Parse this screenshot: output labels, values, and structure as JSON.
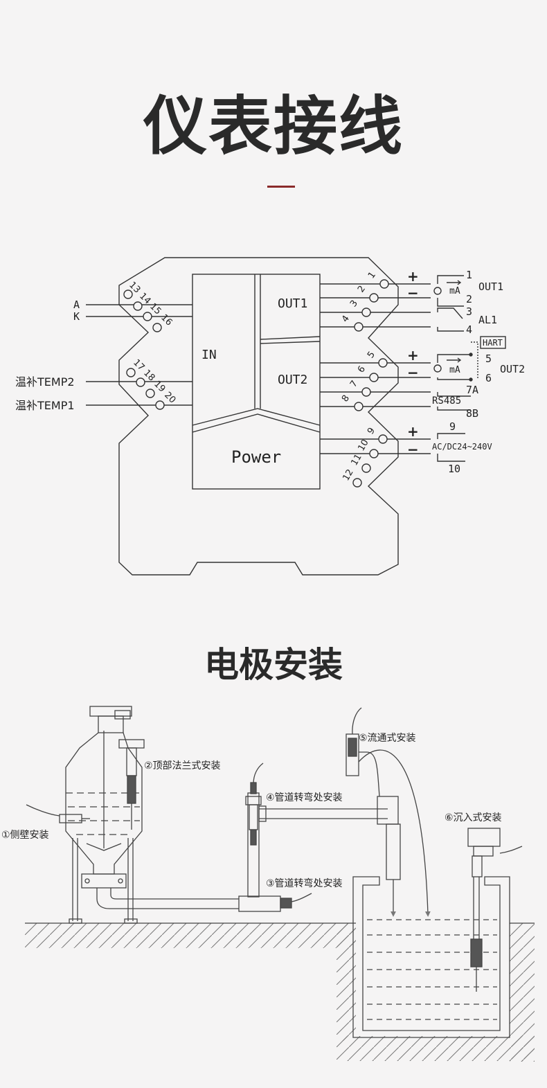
{
  "headings": {
    "wiring_title": "仪表接线",
    "install_title": "电极安装"
  },
  "colors": {
    "background": "#f5f4f4",
    "line": "#333333",
    "accent_rule": "#8a2a2a"
  },
  "wiring": {
    "module_blocks": {
      "in": "IN",
      "out1": "OUT1",
      "out2": "OUT2",
      "power": "Power"
    },
    "inputs": {
      "a": "A",
      "k": "K",
      "temp2": "温补TEMP2",
      "temp1": "温补TEMP1"
    },
    "terminals_left": [
      "13",
      "14",
      "15",
      "16",
      "17",
      "18",
      "19",
      "20"
    ],
    "terminals_right": [
      "1",
      "2",
      "3",
      "4",
      "5",
      "6",
      "7",
      "8",
      "9",
      "10",
      "11",
      "12"
    ],
    "right_side": {
      "plus": "+",
      "minus": "−",
      "ma": "mA",
      "out1_label": "OUT1",
      "out1_t1": "1",
      "out1_t2": "2",
      "al1_label": "AL1",
      "al1_t3": "3",
      "al1_t4": "4",
      "hart": "HART",
      "out2_label": "OUT2",
      "out2_t5": "5",
      "out2_t6": "6",
      "rs485": "RS485",
      "t7a": "7A",
      "t8b": "8B",
      "power_t9": "9",
      "power_label": "AC/DC24~240V",
      "power_t10": "10"
    }
  },
  "install": {
    "side_wall": "①侧壁安装",
    "top_flange": "②顶部法兰式安装",
    "pipe_bend_3": "③管道转弯处安装",
    "pipe_bend_4": "④管道转弯处安装",
    "flow_through": "⑤流通式安装",
    "immersion": "⑥沉入式安装"
  }
}
